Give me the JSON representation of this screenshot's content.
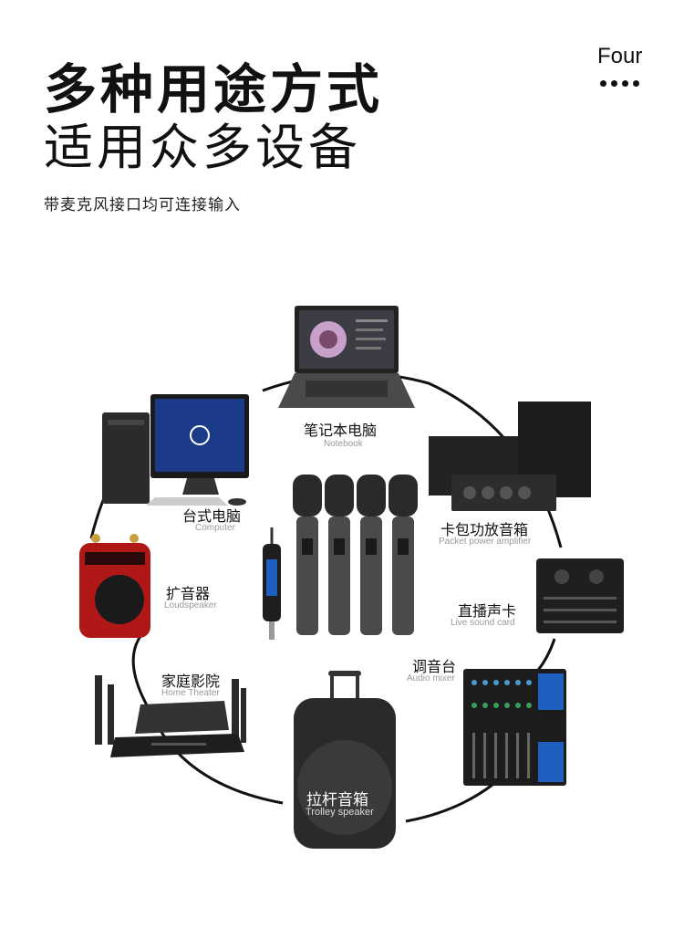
{
  "header": {
    "title_line1": "多种用途方式",
    "title_line2": "适用众多设备",
    "subtitle": "带麦克风接口均可连接输入",
    "badge": "Four"
  },
  "devices": {
    "notebook": {
      "cn": "笔记本电脑",
      "en": "Notebook"
    },
    "computer": {
      "cn": "台式电脑",
      "en": "Computer"
    },
    "amplifier": {
      "cn": "卡包功放音箱",
      "en": "Packet power amplifier"
    },
    "loudspeaker": {
      "cn": "扩音器",
      "en": "Loudspeaker"
    },
    "soundcard": {
      "cn": "直播声卡",
      "en": "Live sound card"
    },
    "mixer": {
      "cn": "调音台",
      "en": "Audio mixer"
    },
    "home_theater": {
      "cn": "家庭影院",
      "en": "Home Theater"
    },
    "trolley": {
      "cn": "拉杆音箱",
      "en": "Trolley speaker"
    }
  },
  "colors": {
    "ink": "#111111",
    "muted": "#999999",
    "device": "#2a2a2a",
    "red": "#b01818",
    "blue": "#1f5fbf"
  }
}
